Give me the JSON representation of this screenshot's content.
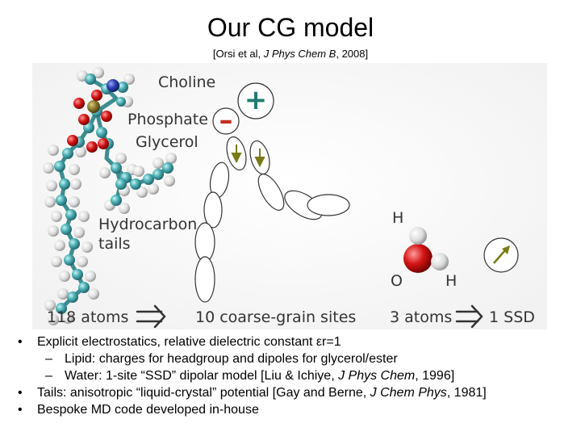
{
  "title": "Our CG model",
  "citation": {
    "prefix": "[Orsi et al, ",
    "journal": "J Phys Chem B",
    "suffix": ", 2008]"
  },
  "figure": {
    "labels": {
      "choline": "Choline",
      "phosphate": "Phosphate",
      "glycerol": "Glycerol",
      "hydrocarbon_1": "Hydrocarbon",
      "hydrocarbon_2": "tails",
      "atoms_118": "118 atoms",
      "cg_sites": "10 coarse-grain sites",
      "atoms_3": "3 atoms",
      "ssd": "1 SSD",
      "h_top": "H",
      "o": "O",
      "h_bottom": "H",
      "plus": "+",
      "minus": "–"
    },
    "colors": {
      "carbon": "#4fb3b8",
      "hydrogen": "#e6e6e6",
      "oxygen": "#d41414",
      "phosphorus": "#8a7a2a",
      "nitrogen": "#2c3fb0",
      "charge": "#1f7a72",
      "dipole": "#7a7a18"
    }
  },
  "bullets": [
    {
      "bullet": "•",
      "text": "Explicit electrostatics, relative dielectric constant εr=1",
      "subs": [
        {
          "dash": "–",
          "text": "Lipid: charges for headgroup and dipoles for glycerol/ester"
        },
        {
          "dash": "–",
          "prefix": "Water: 1-site “SSD” dipolar model [Liu & Ichiye, ",
          "journal": "J Phys Chem",
          "suffix": ", 1996]"
        }
      ]
    },
    {
      "bullet": "•",
      "prefix": "Tails: anisotropic “liquid-crystal” potential [Gay and Berne, ",
      "journal": "J Chem Phys",
      "suffix": ", 1981]"
    },
    {
      "bullet": "•",
      "text": "Bespoke MD code developed in-house"
    }
  ]
}
